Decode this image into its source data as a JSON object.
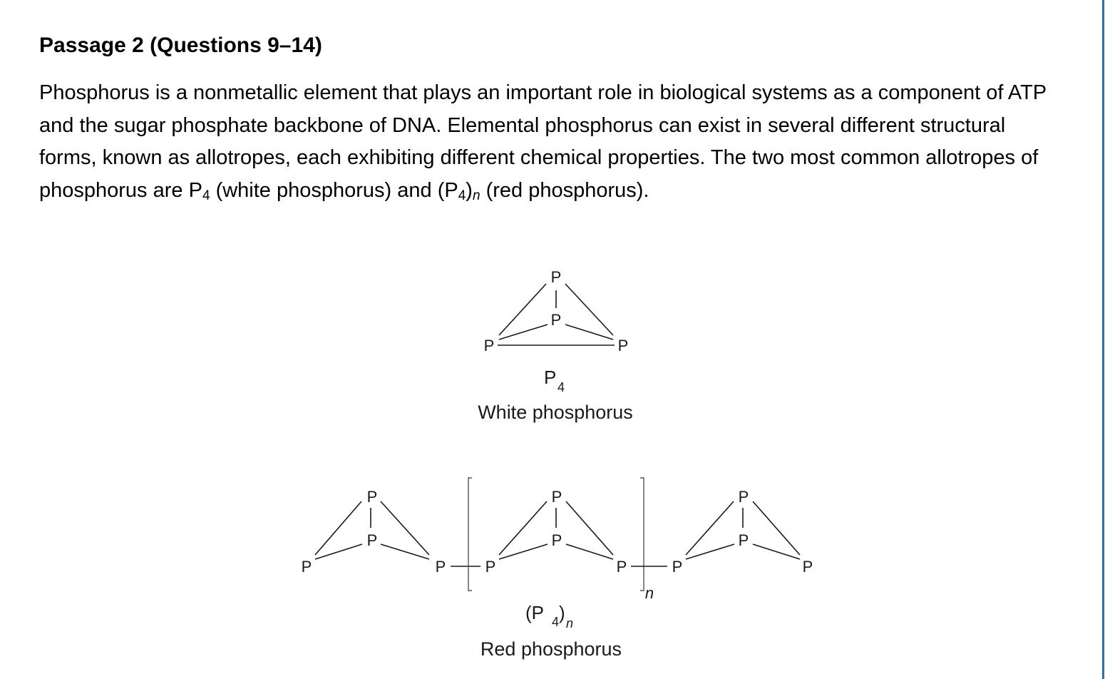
{
  "passage": {
    "title": "Passage 2 (Questions 9–14)",
    "paragraph": {
      "part1": "Phosphorus is a nonmetallic element that plays an important role in biological systems as a component of ATP and the sugar phosphate backbone of DNA.  Elemental phosphorus can exist in several different structural forms, known as allotropes, each exhibiting different chemical properties. The two most common allotropes of phosphorus are P",
      "sub1": "4",
      "part2": " (white phosphorus) and (P",
      "sub2": "4",
      "part3": ")",
      "sub3": "n",
      "part4": " (red phosphorus)."
    }
  },
  "figure": {
    "atom_symbol": "P",
    "white": {
      "formula": "P",
      "formula_sub": "4",
      "caption": "White phosphorus"
    },
    "red": {
      "repeat_subscript": "n",
      "formula_open": "(P",
      "formula_sub": "4",
      "formula_close": ")",
      "formula_n": "n",
      "caption": "Red phosphorus"
    }
  }
}
